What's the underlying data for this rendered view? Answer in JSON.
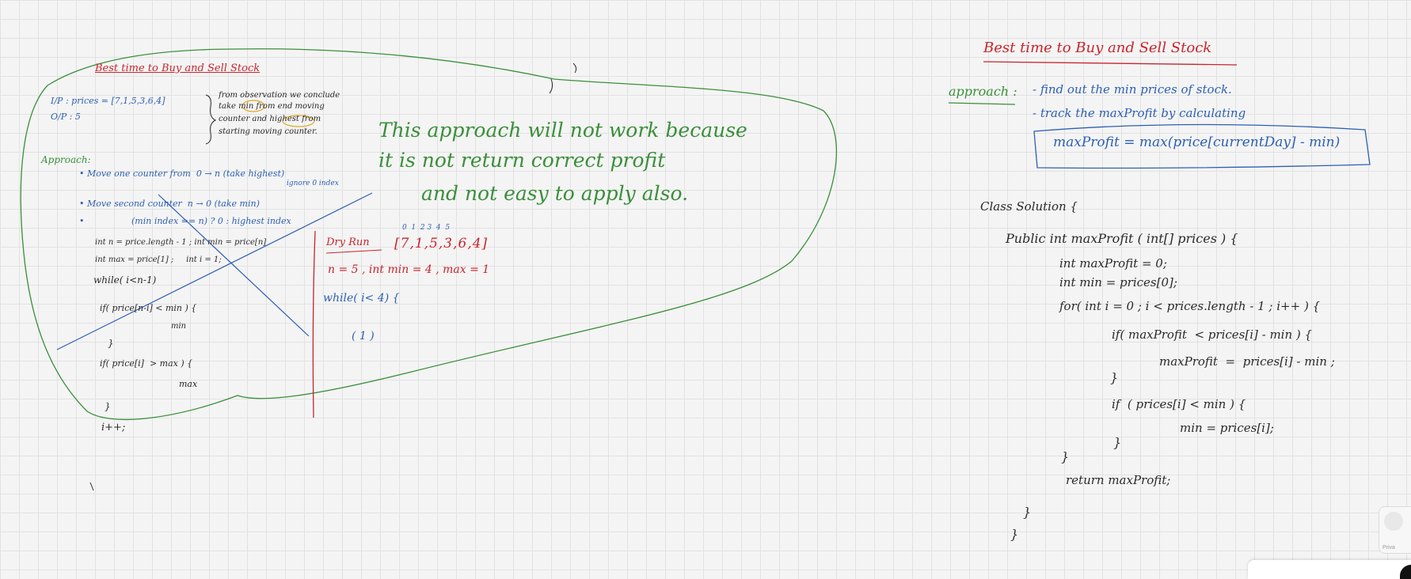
{
  "colors": {
    "red": "#c8242b",
    "green": "#3a8f3a",
    "blue": "#2d5fb3",
    "black": "#2a2a2a",
    "grid": "#e2e2e2"
  },
  "left_note": {
    "title": "Best time to Buy and Sell Stock",
    "io": [
      "I/P : prices = [7,1,5,3,6,4]",
      "O/P : 5"
    ],
    "observation": [
      "from observation we conclude",
      "take min from end moving",
      "counter and highest from",
      "starting moving counter."
    ],
    "approach_label": "Approach:",
    "bullets": [
      "Move one counter from  0 → n (take highest)",
      "ignore 0 index",
      "Move second counter  n → 0 (take min)",
      "(min index == n) ? 0 : highest index"
    ],
    "code": [
      "int n = price.length - 1 ; int min = price[n]",
      "int max = price[1] ;     int i = 1;",
      "while( i<n-1)",
      "if( price[n-i] < min ) {",
      "min",
      "}",
      "if( price[i]  > max ) {",
      "max",
      "}",
      "i++;"
    ],
    "dry_run_label": "Dry Run",
    "dry_run_indices": "0  1  2 3  4  5",
    "dry_run_array": "[7,1,5,3,6,4]",
    "dry_run_vars": "n = 5 , int min = 4 , max = 1",
    "dry_run_loop": "while( i< 4) {",
    "dry_run_step": "( 1 )",
    "verdict": [
      "This approach will not work because",
      "it is not return correct profit",
      "and not easy to apply also."
    ]
  },
  "right_note": {
    "title": "Best time to Buy and Sell Stock",
    "approach_label": "approach :",
    "approach_points": [
      "- find out the min prices of stock.",
      "- track the maxProfit by calculating"
    ],
    "formula": "maxProfit = max(price[currentDay] - min)",
    "code": [
      "Class Solution {",
      "Public int maxProfit ( int[] prices ) {",
      "int maxProfit = 0;",
      "int min = prices[0];",
      "for( int i = 0 ; i < prices.length - 1 ; i++ ) {",
      "if( maxProfit  < prices[i] - min ) {",
      "maxProfit  =  prices[i] - min ;",
      "}",
      "if  ( prices[i] < min ) {",
      "min = prices[i];",
      "}",
      "}",
      "return maxProfit;",
      "}",
      "}"
    ]
  },
  "privacy_label": "Priva"
}
